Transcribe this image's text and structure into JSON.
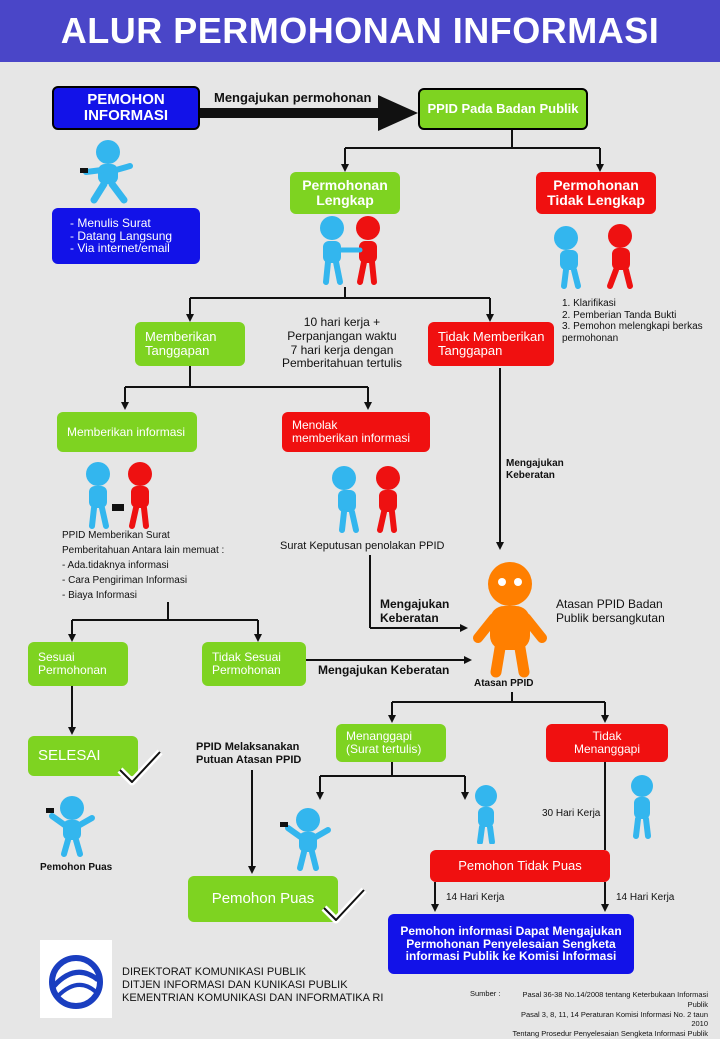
{
  "header": {
    "title": "ALUR PERMOHONAN INFORMASI"
  },
  "nodes": {
    "pemohon_informasi": "PEMOHON\nINFORMASI",
    "ppid": "PPID Pada Badan Publik",
    "permohonan_lengkap": "Permohonan\nLengkap",
    "permohonan_tidak_lengkap": "Permohonan\nTidak Lengkap",
    "memberikan_tanggapan": "Memberikan\nTanggapan",
    "tidak_memberikan_tanggapan": "Tidak Memberikan\nTanggapan",
    "memberikan_informasi": "Memberikan informasi",
    "menolak": "Menolak\nmemberikan informasi",
    "sesuai_permohonan": "Sesuai\nPermohonan",
    "tidak_sesuai_permohonan": "Tidak Sesuai\nPermohonan",
    "selesai": "SELESAI",
    "menanggapi": "Menanggapi\n(Surat tertulis)",
    "tidak_menanggapi": "Tidak\nMenanggapi",
    "pemohon_puas_box": "Pemohon Puas",
    "pemohon_tidak_puas": "Pemohon Tidak Puas",
    "komisi": "Pemohon informasi Dapat Mengajukan\nPermohonan Penyelesaian Sengketa\ninformasi Publik ke Komisi Informasi"
  },
  "labels": {
    "mengajukan_permohonan": "Mengajukan permohonan",
    "cara": "- Menulis Surat\n- Datang Langsung\n- Via internet/email",
    "tidak_lengkap_list": "1. Klarifikasi\n2. Pemberian Tanda Bukti\n3. Pemohon melengkapi berkas\n    permohonan",
    "hari_kerja": "10 hari kerja +\nPerpanjangan waktu\n7  hari kerja dengan\nPemberitahuan tertulis",
    "ppid_surat": "PPID Memberikan Surat\nPemberitahuan Antara lain memuat :\n- Ada.tidaknya informasi\n- Cara Pengiriman Informasi\n- Biaya Informasi",
    "surat_keputusan": "Surat Keputusan penolakan PPID",
    "mengajukan_keberatan_1": "Mengajukan\nKeberatan",
    "mengajukan_keberatan_2": "Mengajukan\nKeberatan",
    "mengajukan_keberatan_3": "Mengajukan Keberatan",
    "atasan_ppid_desc": "Atasan PPID Badan\nPublik bersangkutan",
    "atasan_ppid": "Atasan PPID",
    "ppid_melaksanakan": "PPID Melaksanakan\nPutuan Atasan PPID",
    "pemohon_puas_left": "Pemohon Puas",
    "hari_30": "30 Hari Kerja",
    "hari_14_a": "14 Hari Kerja",
    "hari_14_b": "14 Hari Kerja"
  },
  "footer": {
    "org": "DIREKTORAT KOMUNIKASI PUBLIK\nDITJEN INFORMASI DAN KUNIKASI PUBLIK\nKEMENTRIAN KOMUNIKASI DAN INFORMATIKA RI",
    "source_label": "Sumber :",
    "source": "Pasal 36-38 No.14/2008 tentang Keterbukaan Informasi Publik\nPasal 3, 8, 11, 14 Peraturan Komisi Informasi No. 2 taun 2010\nTentang Prosedur Penyelesaian Sengketa Informasi Publik"
  },
  "colors": {
    "blue": "#1212e8",
    "green": "#7ed321",
    "red": "#f01010",
    "orange": "#ff7f00",
    "figure_blue": "#33b6ee",
    "figure_red": "#ee1111"
  }
}
